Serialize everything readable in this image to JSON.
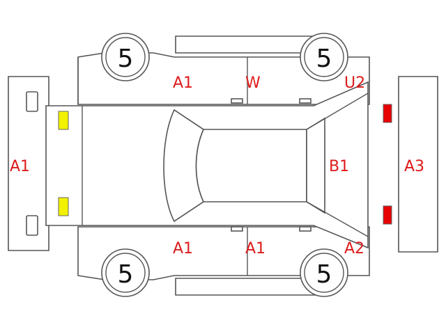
{
  "damage_codes": {
    "front_bumper": "A1",
    "front_left_fender": "A1",
    "roof_left": "W",
    "rear_left_quarter": "U2",
    "tailgate": "B1",
    "rear_bumper": "A3",
    "front_right_fender": "A1",
    "right_door": "A1",
    "rear_right_quarter": "A2"
  },
  "tires": {
    "front_left": "5",
    "rear_left": "5",
    "front_right": "5",
    "rear_right": "5"
  },
  "colors": {
    "damage_text": "#dd1a1a",
    "front_lights": "#f2f200",
    "rear_lights": "#e60000",
    "outline": "#555555"
  }
}
